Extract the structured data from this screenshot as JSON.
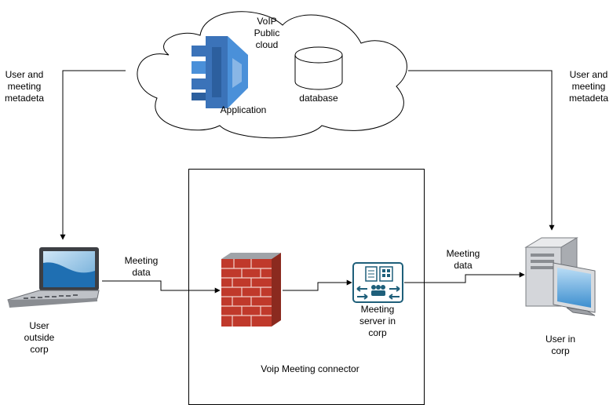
{
  "cloud": {
    "title_lines": [
      "VoIP",
      "Public",
      "cloud"
    ],
    "application_label": "Application",
    "database_label": "database"
  },
  "left_metadata_lines": [
    "User and",
    "meeting",
    "metadeta"
  ],
  "right_metadata_lines": [
    "User and",
    "meeting",
    "metadeta"
  ],
  "left_meeting_data_lines": [
    "Meeting",
    "data"
  ],
  "right_meeting_data_lines": [
    "Meeting",
    "data"
  ],
  "user_outside_lines": [
    "User",
    "outside",
    "corp"
  ],
  "meeting_server_lines": [
    "Meeting",
    "server in",
    "corp"
  ],
  "user_in_corp_lines": [
    "User in",
    "corp"
  ],
  "connector_label": "Voip Meeting connector",
  "colors": {
    "application_blue": "#4a90d9",
    "firewall_red": "#c0392b",
    "server_teal": "#1e5f7a",
    "laptop_screen": "#1f6fb2",
    "desktop_grey": "#d4d6da"
  }
}
